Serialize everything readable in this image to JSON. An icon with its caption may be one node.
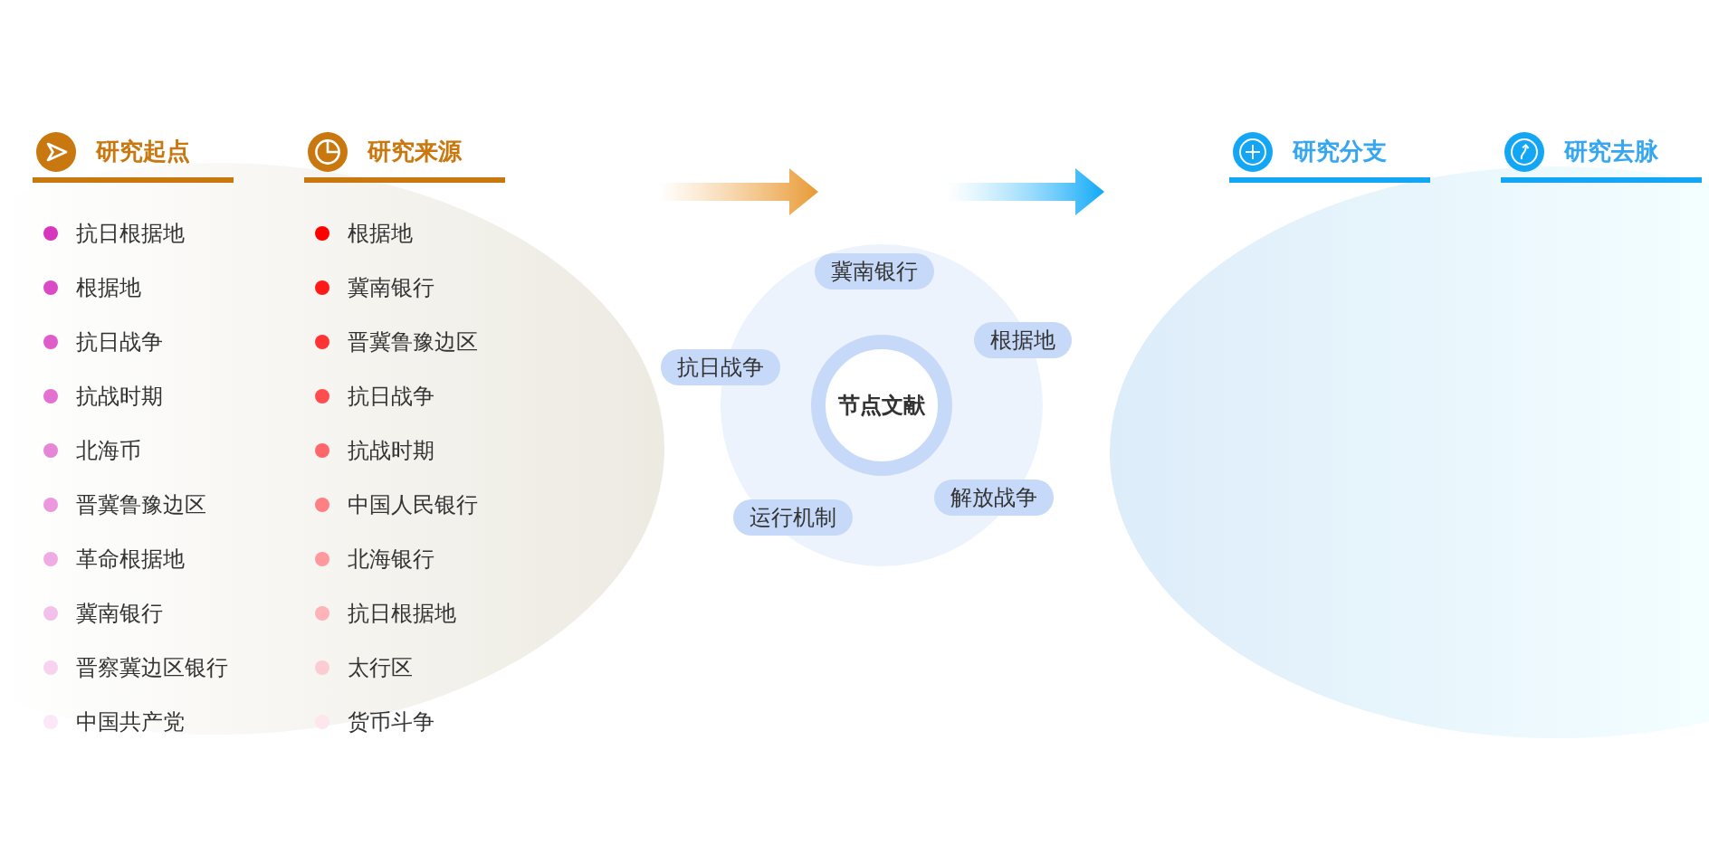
{
  "diagram": {
    "nodes": [
      {
        "text": [
          "节点文献"
        ]
      },
      {
        "text": [
          "冀南银行"
        ]
      },
      {
        "text": [
          "根据地"
        ]
      },
      {
        "text": [
          "抗日战争"
        ]
      },
      {
        "text": [
          "解放战争"
        ]
      },
      {
        "text": [
          "运行机制"
        ]
      }
    ],
    "labels": [
      "研究起点",
      "研究来源",
      "研究分支",
      "研究去脉",
      "抗日根据地",
      "根据地",
      "抗日战争",
      "抗战时期",
      "北海币",
      "晋冀鲁豫边区",
      "革命根据地",
      "冀南银行",
      "晋察冀边区银行",
      "中国共产党",
      "根据地",
      "冀南银行",
      "晋冀鲁豫边区",
      "抗日战争",
      "抗战时期",
      "中国人民银行",
      "北海银行",
      "抗日根据地",
      "太行区",
      "货币斗争"
    ]
  }
}
